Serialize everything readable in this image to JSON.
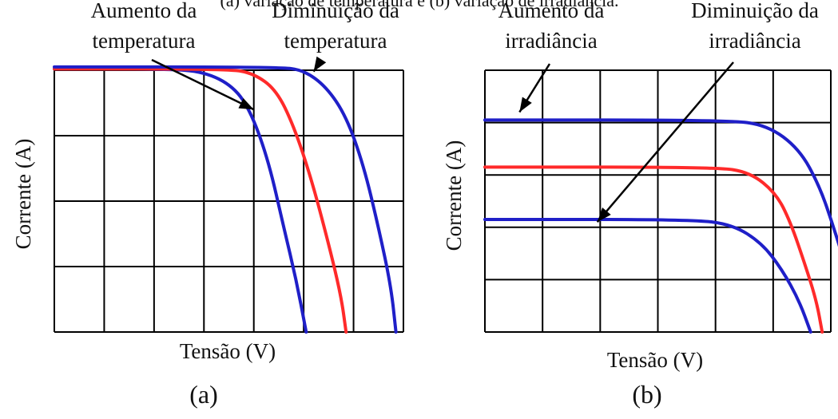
{
  "caption_top": "(a) variação de temperatura e (b) variação de irradiância.",
  "colors": {
    "red": "#ff2a2a",
    "blue": "#1f1fc8",
    "grid": "#000000"
  },
  "chart_data": [
    {
      "type": "line",
      "panel_label": "(a)",
      "xlabel": "Tensão (V)",
      "ylabel": "Corrente (A)",
      "xlim": [
        0,
        7
      ],
      "ylim": [
        0,
        4
      ],
      "grid": true,
      "grid_divisions": {
        "x": 7,
        "y": 4
      },
      "annotations": [
        {
          "text_lines": [
            "Aumento da",
            "temperatura"
          ],
          "arrow_to": [
            4.0,
            3.4
          ]
        },
        {
          "text_lines": [
            "Diminuição da",
            "temperatura"
          ],
          "arrow_to": [
            5.2,
            3.98
          ]
        }
      ],
      "series": [
        {
          "color": "blue",
          "points": [
            [
              0,
              4.02
            ],
            [
              2.2,
              4.02
            ],
            [
              3.0,
              3.98
            ],
            [
              3.6,
              3.75
            ],
            [
              3.95,
              3.35
            ],
            [
              4.3,
              2.6
            ],
            [
              4.6,
              1.6
            ],
            [
              4.85,
              0.8
            ],
            [
              5.05,
              0
            ]
          ]
        },
        {
          "color": "red",
          "points": [
            [
              0,
              4.02
            ],
            [
              3.5,
              4.02
            ],
            [
              4.0,
              3.95
            ],
            [
              4.45,
              3.7
            ],
            [
              4.8,
              3.15
            ],
            [
              5.15,
              2.35
            ],
            [
              5.5,
              1.35
            ],
            [
              5.75,
              0.55
            ],
            [
              5.85,
              0
            ]
          ]
        },
        {
          "color": "blue",
          "points": [
            [
              0,
              4.05
            ],
            [
              4.5,
              4.05
            ],
            [
              5.0,
              4.0
            ],
            [
              5.45,
              3.75
            ],
            [
              5.85,
              3.3
            ],
            [
              6.2,
              2.55
            ],
            [
              6.5,
              1.6
            ],
            [
              6.75,
              0.7
            ],
            [
              6.85,
              0
            ]
          ]
        }
      ]
    },
    {
      "type": "line",
      "panel_label": "(b)",
      "xlabel": "Tensão (V)",
      "ylabel": "Corrente (A)",
      "xlim": [
        0,
        6
      ],
      "ylim": [
        0,
        5
      ],
      "grid": true,
      "grid_divisions": {
        "x": 6,
        "y": 5
      },
      "annotations": [
        {
          "text_lines": [
            "Aumento da",
            "irradiância"
          ],
          "arrow_to": [
            0.6,
            4.2
          ]
        },
        {
          "text_lines": [
            "Diminuição da",
            "irradiância"
          ],
          "arrow_to": [
            1.95,
            2.1
          ]
        }
      ],
      "series": [
        {
          "color": "blue",
          "points": [
            [
              0,
              4.05
            ],
            [
              4.2,
              4.05
            ],
            [
              4.9,
              3.95
            ],
            [
              5.45,
              3.5
            ],
            [
              5.8,
              2.8
            ],
            [
              6.05,
              2.0
            ],
            [
              6.3,
              1.1
            ],
            [
              6.55,
              0
            ]
          ]
        },
        {
          "color": "red",
          "points": [
            [
              0,
              3.15
            ],
            [
              4.0,
              3.15
            ],
            [
              4.6,
              3.05
            ],
            [
              5.05,
              2.65
            ],
            [
              5.3,
              2.1
            ],
            [
              5.55,
              1.3
            ],
            [
              5.75,
              0.6
            ],
            [
              5.85,
              0
            ]
          ]
        },
        {
          "color": "blue",
          "points": [
            [
              0,
              2.15
            ],
            [
              3.6,
              2.15
            ],
            [
              4.3,
              2.05
            ],
            [
              4.8,
              1.7
            ],
            [
              5.15,
              1.2
            ],
            [
              5.45,
              0.6
            ],
            [
              5.65,
              0
            ]
          ]
        }
      ]
    }
  ]
}
